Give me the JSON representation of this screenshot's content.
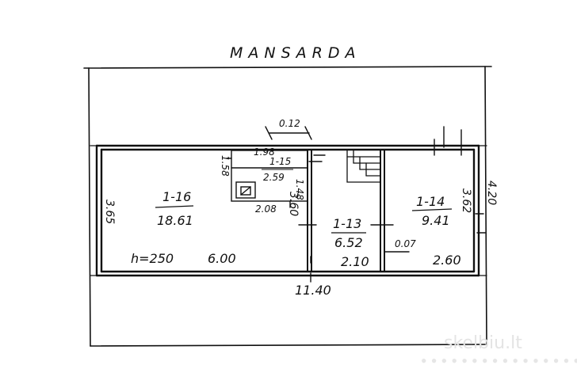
{
  "title": "MANSARDA",
  "rooms": [
    {
      "id": "1-16",
      "area": "18.61",
      "height": "h=250"
    },
    {
      "id": "1-15",
      "area": "2.59"
    },
    {
      "id": "1-13",
      "area": "6.52"
    },
    {
      "id": "1-14",
      "area": "9.41"
    }
  ],
  "dimensions": {
    "overall_length": "11.40",
    "overall_depth": "4.20",
    "room_16_length": "6.00",
    "room_16_depth": "3.65",
    "room_13_width": "2.10",
    "room_14_width": "2.60",
    "room_14_depth": "3.62",
    "room_13_depth": "3.60",
    "room_15_width": "1.98",
    "room_15_depth": "1.48",
    "room_15_long": "2.08",
    "chimney_width": "1.58",
    "wall_top": "0.12",
    "wall_inner": "0.07"
  },
  "watermark": {
    "brand": "skelbiu.lt",
    "dots": "● ● ● ● ● ● ● ● ● ● ● ● ● ● ● ● ●"
  },
  "colors": {
    "ink": "#111111",
    "paper": "#ffffff",
    "watermark": "#e4e4e4"
  }
}
